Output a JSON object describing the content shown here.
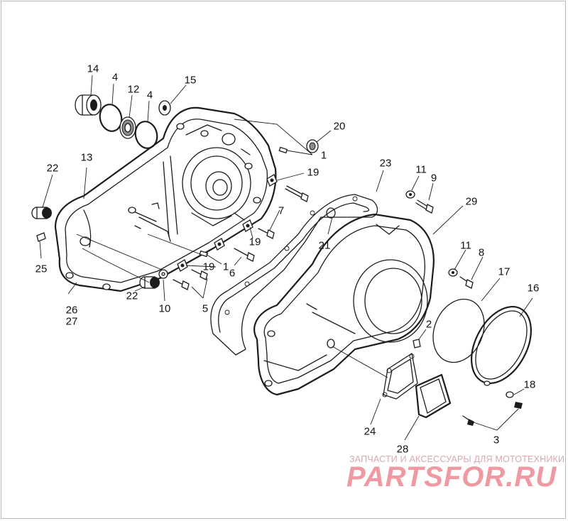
{
  "diagram": {
    "callouts": [
      {
        "id": "c14",
        "text": "14"
      },
      {
        "id": "c4a",
        "text": "4"
      },
      {
        "id": "c12",
        "text": "12"
      },
      {
        "id": "c4b",
        "text": "4"
      },
      {
        "id": "c15",
        "text": "15"
      },
      {
        "id": "c20",
        "text": "20"
      },
      {
        "id": "c1a",
        "text": "1"
      },
      {
        "id": "c13",
        "text": "13"
      },
      {
        "id": "c22a",
        "text": "22"
      },
      {
        "id": "c23",
        "text": "23"
      },
      {
        "id": "c11a",
        "text": "11"
      },
      {
        "id": "c9",
        "text": "9"
      },
      {
        "id": "c19a",
        "text": "19"
      },
      {
        "id": "c29",
        "text": "29"
      },
      {
        "id": "c7",
        "text": "7"
      },
      {
        "id": "c21",
        "text": "21"
      },
      {
        "id": "c19b",
        "text": "19"
      },
      {
        "id": "c25",
        "text": "25"
      },
      {
        "id": "c1b",
        "text": "1"
      },
      {
        "id": "c11b",
        "text": "11"
      },
      {
        "id": "c8",
        "text": "8"
      },
      {
        "id": "c19c",
        "text": "19"
      },
      {
        "id": "c6",
        "text": "6"
      },
      {
        "id": "c17",
        "text": "17"
      },
      {
        "id": "c16",
        "text": "16"
      },
      {
        "id": "c26",
        "text": "26"
      },
      {
        "id": "c27",
        "text": "27"
      },
      {
        "id": "c22b",
        "text": "22"
      },
      {
        "id": "c10",
        "text": "10"
      },
      {
        "id": "c5",
        "text": "5"
      },
      {
        "id": "c2",
        "text": "2"
      },
      {
        "id": "c18",
        "text": "18"
      },
      {
        "id": "c3",
        "text": "3"
      },
      {
        "id": "c24",
        "text": "24"
      },
      {
        "id": "c28",
        "text": "28"
      }
    ]
  },
  "watermark": {
    "tagline": "ЗАПЧАСТИ И АКСЕССУАРЫ ДЛЯ МОТОТЕХНИКИ",
    "logo": "PARTSFOR.RU",
    "color": "#ef9aa3"
  }
}
